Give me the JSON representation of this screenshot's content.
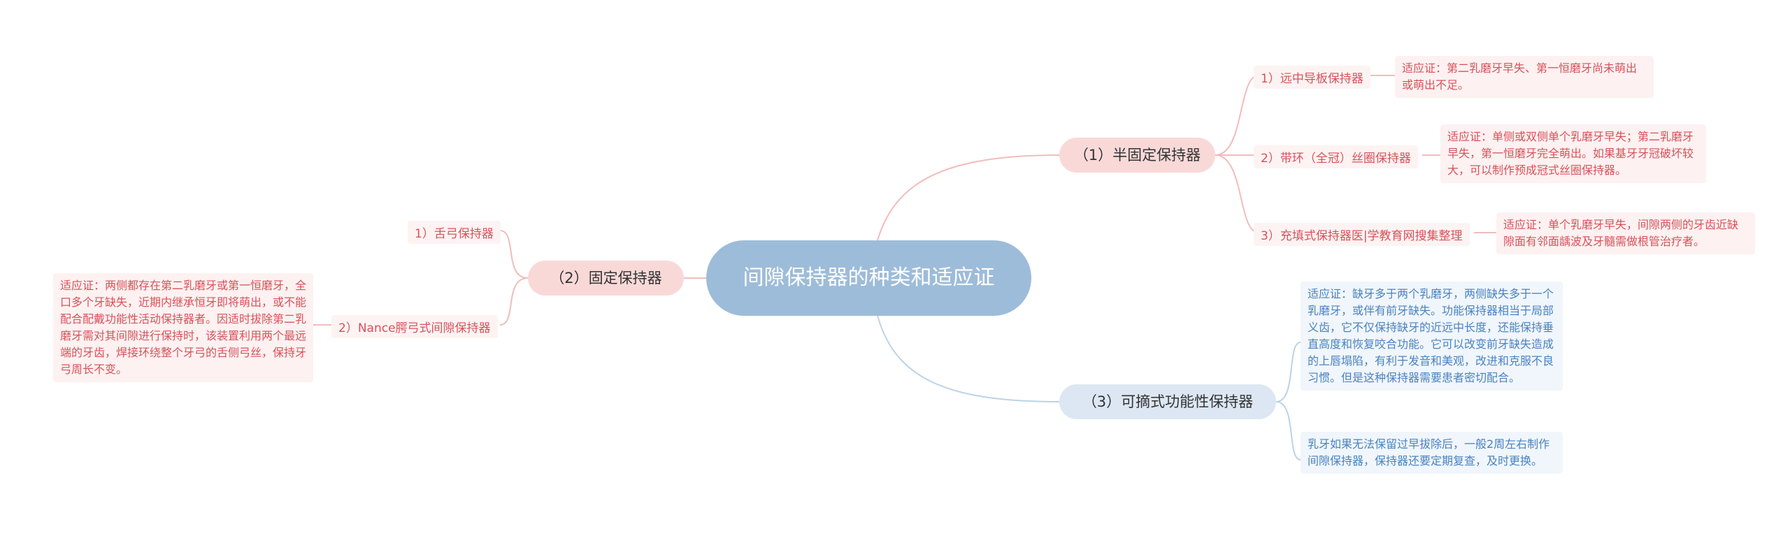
{
  "root": {
    "title": "间隙保持器的种类和适应证"
  },
  "branch1": {
    "label": "（1）半固定保持器",
    "items": [
      {
        "label": "1）远中导板保持器",
        "note": "适应证：第二乳磨牙早失、第一恒磨牙尚未萌出或萌出不足。"
      },
      {
        "label": "2）带环（全冠）丝圈保持器",
        "note": "适应证：单侧或双侧单个乳磨牙早失；第二乳磨牙早失，第一恒磨牙完全萌出。如果基牙牙冠破坏较大，可以制作预成冠式丝圈保持器。"
      },
      {
        "label": "3）充填式保持器医|学教育网搜集整理",
        "note": "适应证：单个乳磨牙早失，间隙两侧的牙齿近缺隙面有邻面龋波及牙髓需做根管治疗者。"
      }
    ]
  },
  "branch2": {
    "label": "（2）固定保持器",
    "items": [
      {
        "label": "1）舌弓保持器"
      },
      {
        "label": "2）Nance腭弓式间隙保持器",
        "note": "适应证：两侧都存在第二乳磨牙或第一恒磨牙，全口多个牙缺失，近期内继承恒牙即将萌出，或不能配合配戴功能性活动保持器者。因适时拔除第二乳磨牙需对其间隙进行保持时，该装置利用两个最远端的牙齿，焊接环绕整个牙弓的舌侧弓丝，保持牙弓周长不变。"
      }
    ]
  },
  "branch3": {
    "label": "（3）可摘式功能性保持器",
    "notes": [
      "适应证：缺牙多于两个乳磨牙，两侧缺失多于一个乳磨牙，或伴有前牙缺失。功能保持器相当于局部义齿，它不仅保持缺牙的近远中长度，还能保持垂直高度和恢复咬合功能。它可以改变前牙缺失造成的上唇塌陷，有利于发音和美观，改进和克服不良习惯。但是这种保持器需要患者密切配合。",
      "乳牙如果无法保留过早拔除后，一般2周左右制作间隙保持器，保持器还要定期复查，及时更换。"
    ]
  },
  "colors": {
    "root": "#9dbcd9",
    "red_branch": "#f9d9d8",
    "blue_branch": "#dce7f3",
    "red_text": "#d6525a",
    "blue_text": "#4a82c0",
    "red_line": "#f2bcbc",
    "blue_line": "#bcd3e6"
  }
}
